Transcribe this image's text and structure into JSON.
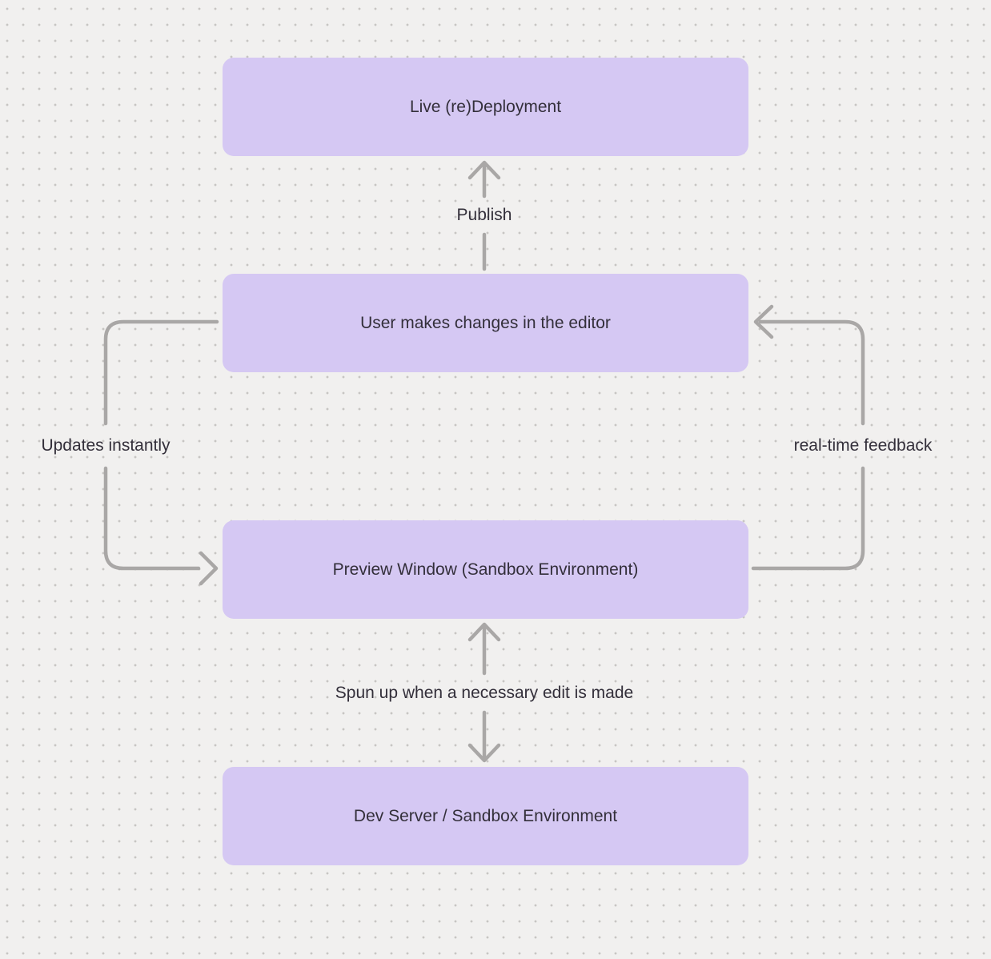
{
  "colors": {
    "canvas-bg": "#f1f0ef",
    "dot": "#c7c5c3",
    "node-fill": "#d5c8f3",
    "node-text": "#332f3a",
    "arrow": "#a9a7a6",
    "label-text": "#332f3a"
  },
  "nodes": [
    {
      "label": "Live (re)Deployment"
    },
    {
      "label": "User makes changes in the editor"
    },
    {
      "label": "Preview Window (Sandbox Environment)"
    },
    {
      "label": "Dev Server / Sandbox Environment"
    }
  ],
  "edges": [
    {
      "label": "Publish",
      "from": "User makes changes in the editor",
      "to": "Live (re)Deployment",
      "direction": "up"
    },
    {
      "label": "Updates instantly",
      "from": "User makes changes in the editor",
      "to": "Preview Window (Sandbox Environment)",
      "direction": "left-loop"
    },
    {
      "label": "real-time feedback",
      "from": "Preview Window (Sandbox Environment)",
      "to": "User makes changes in the editor",
      "direction": "right-loop"
    },
    {
      "label": "Spun up when a necessary edit is made",
      "from": "Preview Window (Sandbox Environment)",
      "to": "Dev Server / Sandbox Environment",
      "direction": "both"
    }
  ]
}
